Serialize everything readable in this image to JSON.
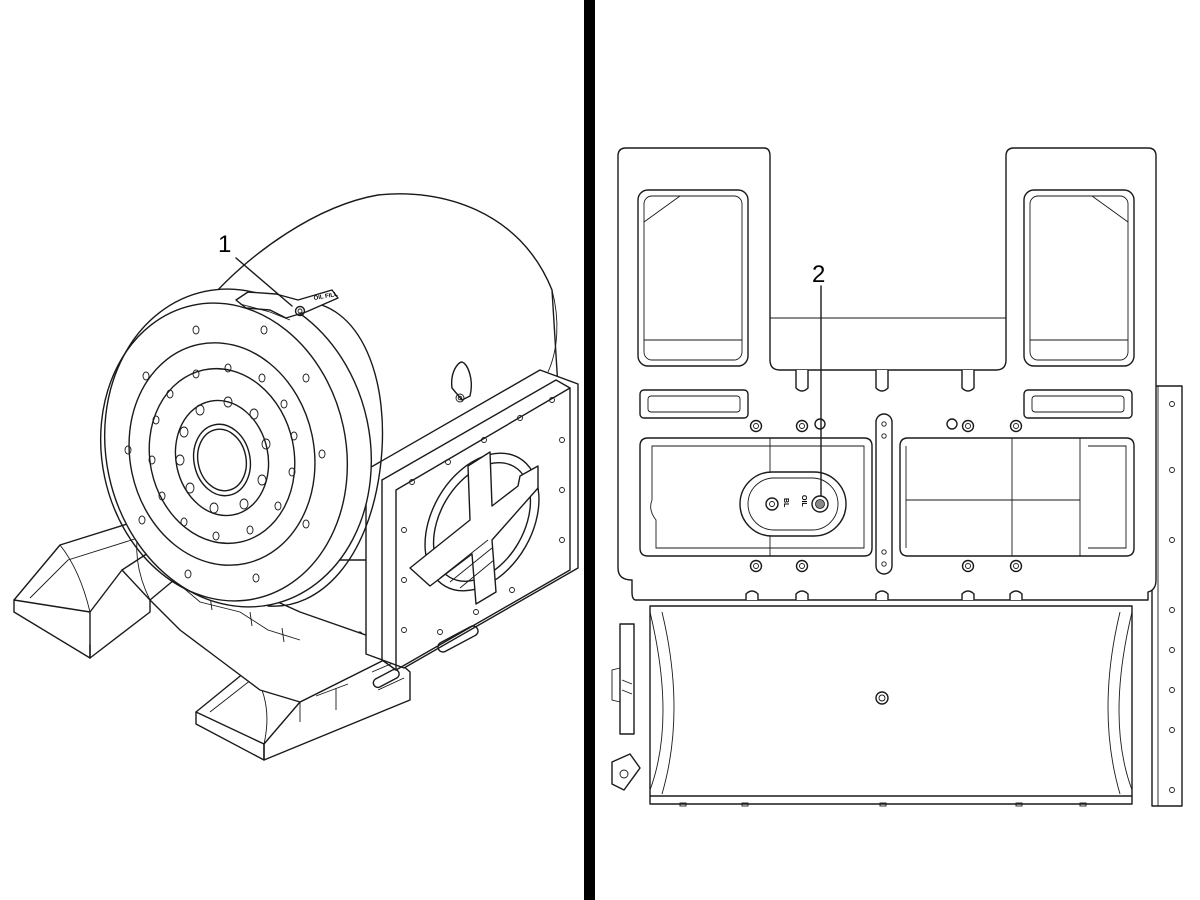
{
  "figure": {
    "callouts": [
      {
        "number": "1"
      },
      {
        "number": "2"
      }
    ],
    "port_labels": {
      "top_plate": "OIL FILL",
      "drain_left": "BL",
      "drain_right": "OIL"
    },
    "icons": {
      "left_view": "rotary-table-isometric-icon",
      "right_view": "rotary-table-bottom-view-icon",
      "logo": "haas-logo-icon"
    },
    "divider_color": "#000000"
  }
}
